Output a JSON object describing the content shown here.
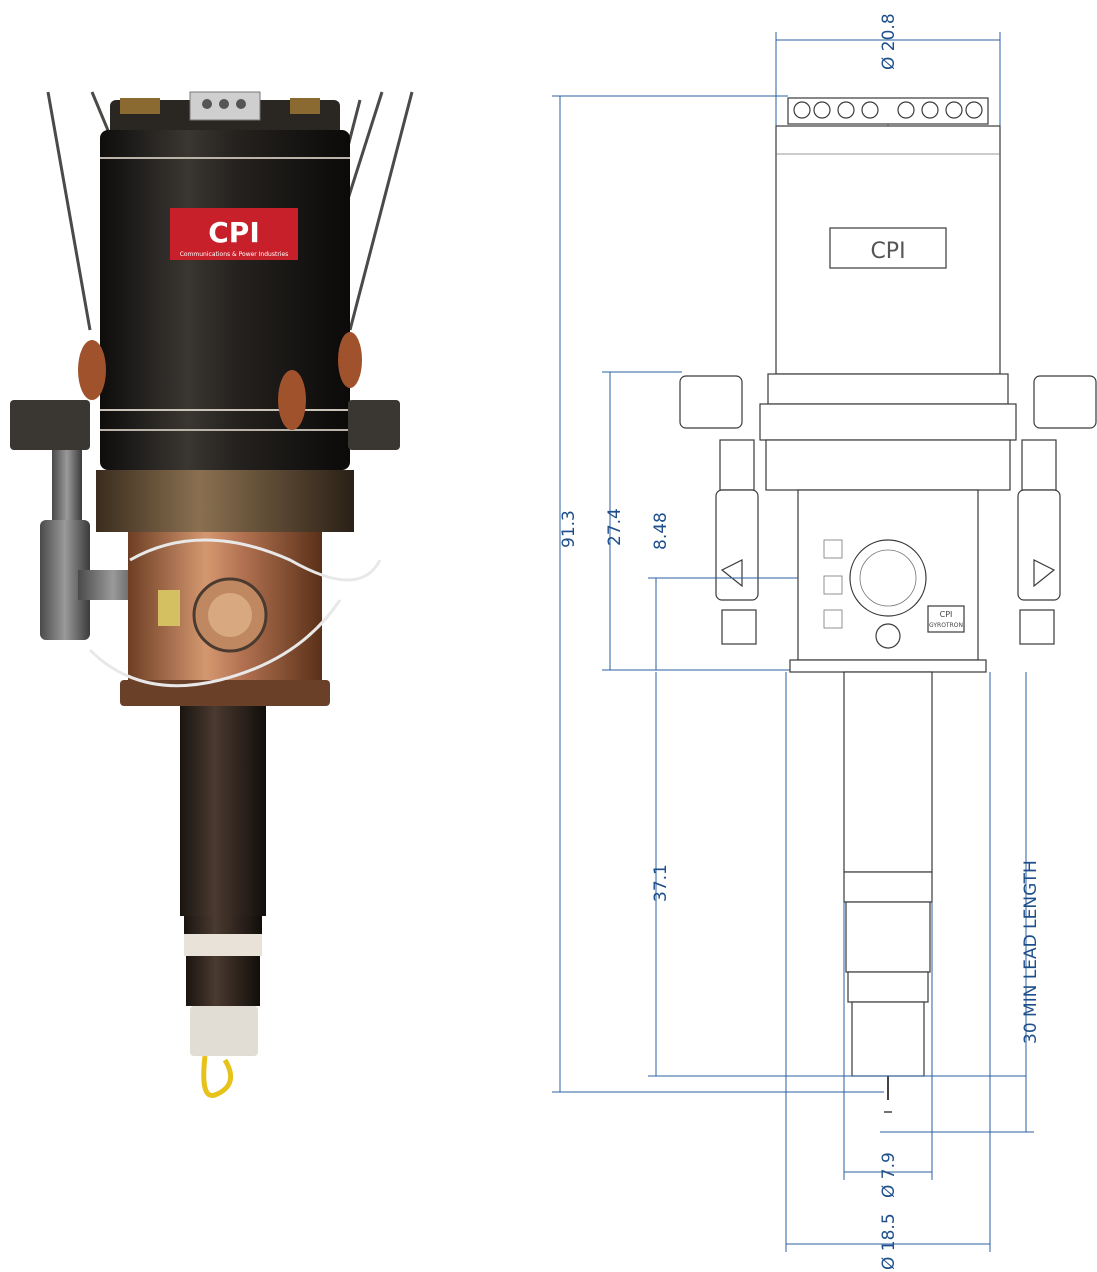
{
  "photo": {
    "logo_text": "CPI",
    "logo_subtext": "Communications & Power Industries"
  },
  "drawing": {
    "logo_text": "CPI",
    "label_plate_line1": "CPI",
    "label_plate_line2": "GYROTRON",
    "dimensions": {
      "top_diameter": "Ø 20.8",
      "overall_height": "91.3",
      "upper_section": "27.4",
      "flange_section": "8.48",
      "lower_section": "37.1",
      "lead_length": "30 MIN LEAD LENGTH",
      "collector_diameter": "Ø 7.9",
      "flange_diameter": "Ø 18.5"
    }
  },
  "colors": {
    "dimension": "#2a5fa0",
    "logo_red": "#c8202a",
    "magnet_black": "#1c1a18",
    "copper": "#b07050"
  }
}
